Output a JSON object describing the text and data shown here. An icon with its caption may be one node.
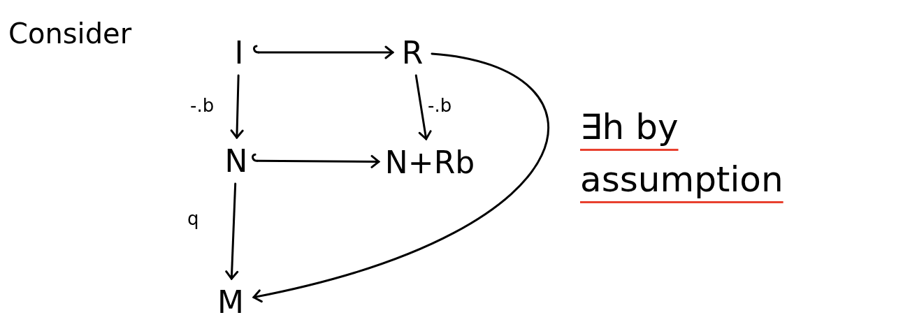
{
  "diagram": {
    "nodes": [
      {
        "text": [
          "I"
        ]
      },
      {
        "text": [
          "R"
        ]
      },
      {
        "text": [
          "N"
        ]
      },
      {
        "text": [
          "N+Rb"
        ]
      },
      {
        "text": [
          "M"
        ]
      }
    ],
    "edges": [
      {
        "from": 0,
        "to": 1,
        "arrow": "to"
      },
      {
        "from": 0,
        "to": 2,
        "arrow": "to",
        "label": "-.b"
      },
      {
        "from": 1,
        "to": 3,
        "arrow": "to",
        "label": "-.b"
      },
      {
        "from": 2,
        "to": 3,
        "arrow": "to"
      },
      {
        "from": 2,
        "to": 4,
        "arrow": "to",
        "label": "q"
      },
      {
        "from": 1,
        "to": 4,
        "arrow": "to",
        "label": "∃h by assumption"
      }
    ],
    "labels": [
      "Consider"
    ]
  }
}
